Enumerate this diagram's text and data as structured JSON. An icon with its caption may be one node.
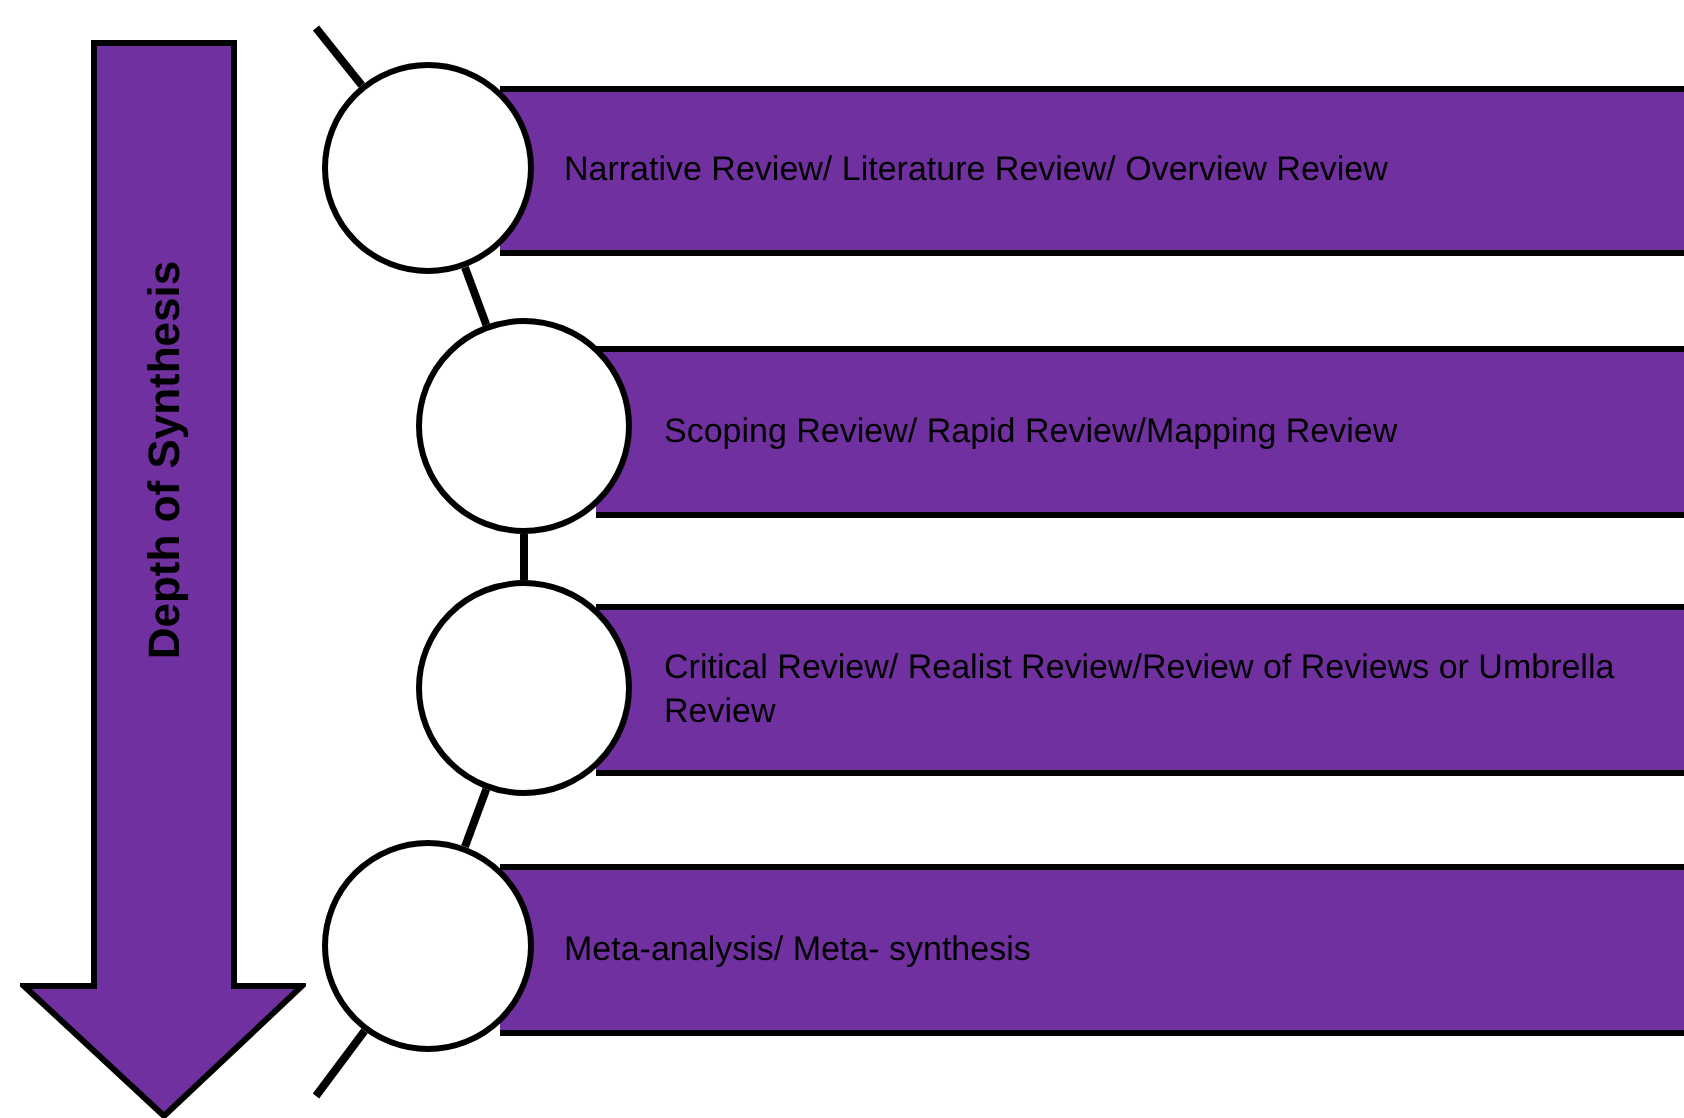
{
  "diagram": {
    "nodes": [
      {
        "text": [
          "Depth of Synthesis"
        ]
      },
      {
        "text": [],
        "shape": "circle"
      },
      {
        "text": [
          "Narrative Review/ Literature Review/ Overview Review"
        ]
      },
      {
        "text": [],
        "shape": "circle"
      },
      {
        "text": [
          "Scoping Review/ Rapid Review/Mapping Review"
        ]
      },
      {
        "text": [],
        "shape": "circle"
      },
      {
        "text": [
          "Critical Review/ Realist Review/Review of Reviews or Umbrella Review"
        ]
      },
      {
        "text": [],
        "shape": "circle"
      },
      {
        "text": [
          "Meta-analysis/ Meta- synthesis"
        ]
      }
    ],
    "edges": [
      {
        "from": null,
        "to": 1,
        "arrow": "none"
      },
      {
        "from": 1,
        "to": 3,
        "arrow": "none"
      },
      {
        "from": 3,
        "to": 5,
        "arrow": "none"
      },
      {
        "from": 5,
        "to": 7,
        "arrow": "none"
      },
      {
        "from": 7,
        "to": null,
        "arrow": "none"
      }
    ]
  }
}
